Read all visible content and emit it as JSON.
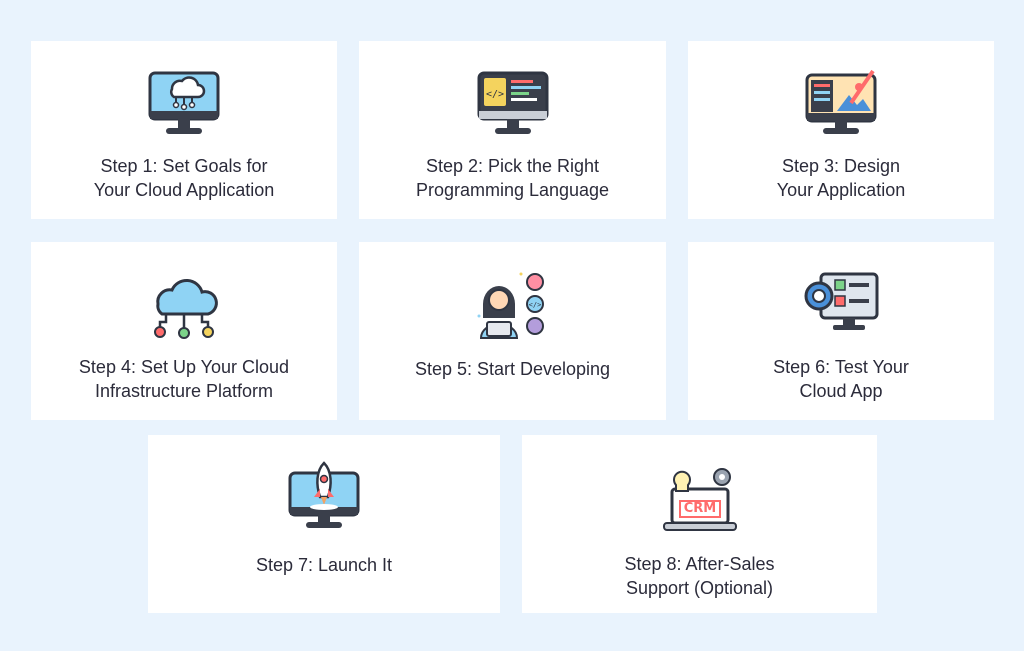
{
  "steps": [
    {
      "line1": "Step 1: Set Goals for",
      "line2": "Your Cloud Application",
      "icon": "cloud-monitor-icon"
    },
    {
      "line1": "Step 2: Pick the Right",
      "line2": "Programming Language",
      "icon": "code-monitor-icon"
    },
    {
      "line1": "Step 3: Design",
      "line2": "Your Application",
      "icon": "design-monitor-icon"
    },
    {
      "line1": "Step 4: Set Up Your Cloud",
      "line2": "Infrastructure Platform",
      "icon": "cloud-network-icon"
    },
    {
      "line1": "Step 5: Start Developing",
      "icon": "developer-icon"
    },
    {
      "line1": "Step 6: Test Your",
      "line2": "Cloud App",
      "icon": "test-monitor-icon"
    },
    {
      "line1": "Step 7: Launch It",
      "icon": "rocket-monitor-icon"
    },
    {
      "line1": "Step 8: After-Sales",
      "line2": "Support (Optional)",
      "icon": "crm-laptop-icon"
    }
  ],
  "colors": {
    "background": "#e9f3fd",
    "card": "#ffffff",
    "text": "#2b2b3a",
    "screen_blue": "#8fd3f4",
    "dark": "#3a3f4b"
  }
}
